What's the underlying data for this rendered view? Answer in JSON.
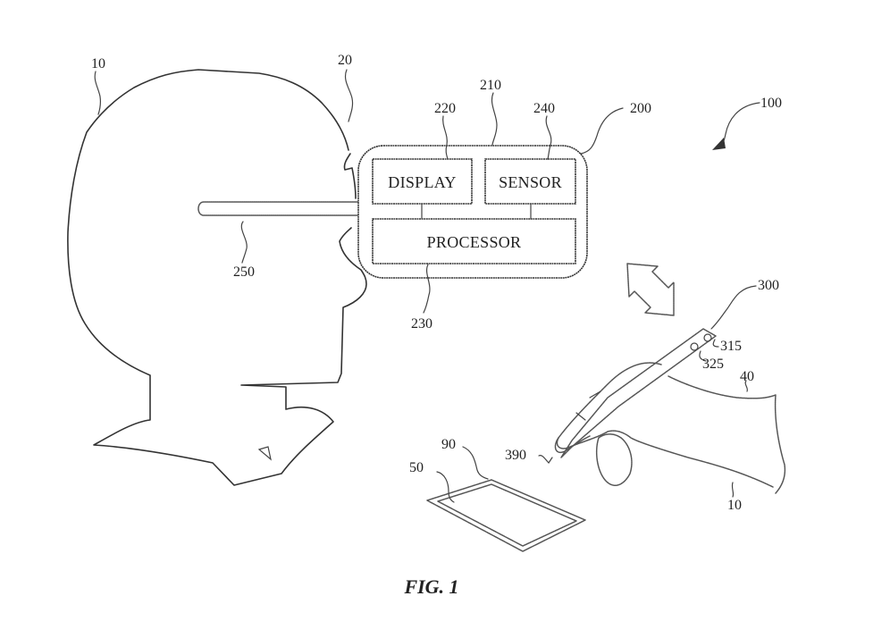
{
  "figure": {
    "caption": "FIG. 1",
    "reference_numerals": {
      "system": "100",
      "user_head": "10",
      "hmd_edge": "20",
      "hmd_device": "200",
      "hmd_housing": "210",
      "display_ref": "220",
      "processor_ref": "230",
      "sensor_ref": "240",
      "strap": "250",
      "stylus": "300",
      "stylus_button_1": "315",
      "stylus_button_2": "325",
      "stylus_tip": "390",
      "hand": "40",
      "user_hand": "10",
      "tablet": "50",
      "tablet_screen": "90"
    },
    "components": {
      "display": "DISPLAY",
      "sensor": "SENSOR",
      "processor": "PROCESSOR"
    },
    "icons": {
      "communication_arrow": "double-headed-arrow-icon",
      "system_pointer": "curved-arrow-icon"
    },
    "colors": {
      "line": "#333333",
      "background": "#ffffff"
    }
  }
}
